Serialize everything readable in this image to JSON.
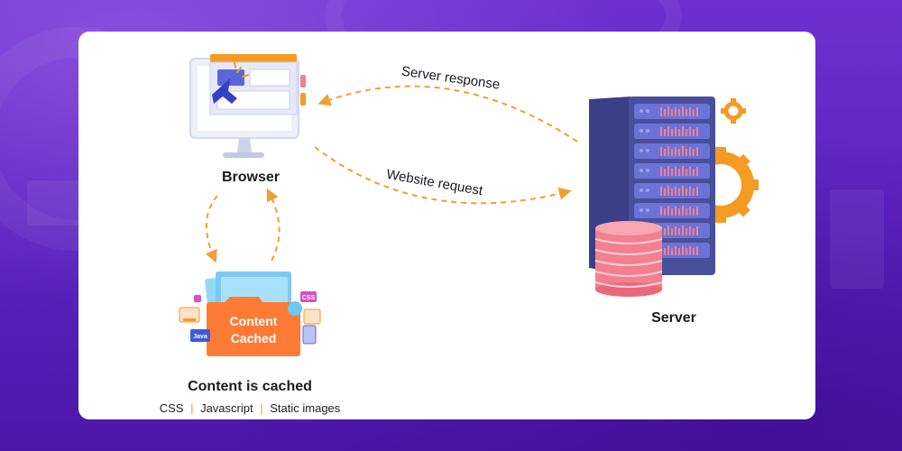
{
  "nodes": {
    "browser": {
      "label": "Browser"
    },
    "server": {
      "label": "Server"
    },
    "cache": {
      "label": "Content is cached",
      "folder_line1": "Content",
      "folder_line2": "Cached",
      "items": [
        "CSS",
        "Javascript",
        "Static images"
      ],
      "separator": "|",
      "badge_css": "CSS",
      "badge_java": "Java"
    }
  },
  "edges": {
    "response": {
      "label": "Server response"
    },
    "request": {
      "label": "Website request"
    }
  },
  "colors": {
    "accent": "#f59a23",
    "arrow": "#f0a030",
    "server_body": "#4a4f9c",
    "server_drive": "#6c73d6",
    "database": "#f47f8e",
    "gear": "#f59a23",
    "folder": "#ff7a35"
  }
}
